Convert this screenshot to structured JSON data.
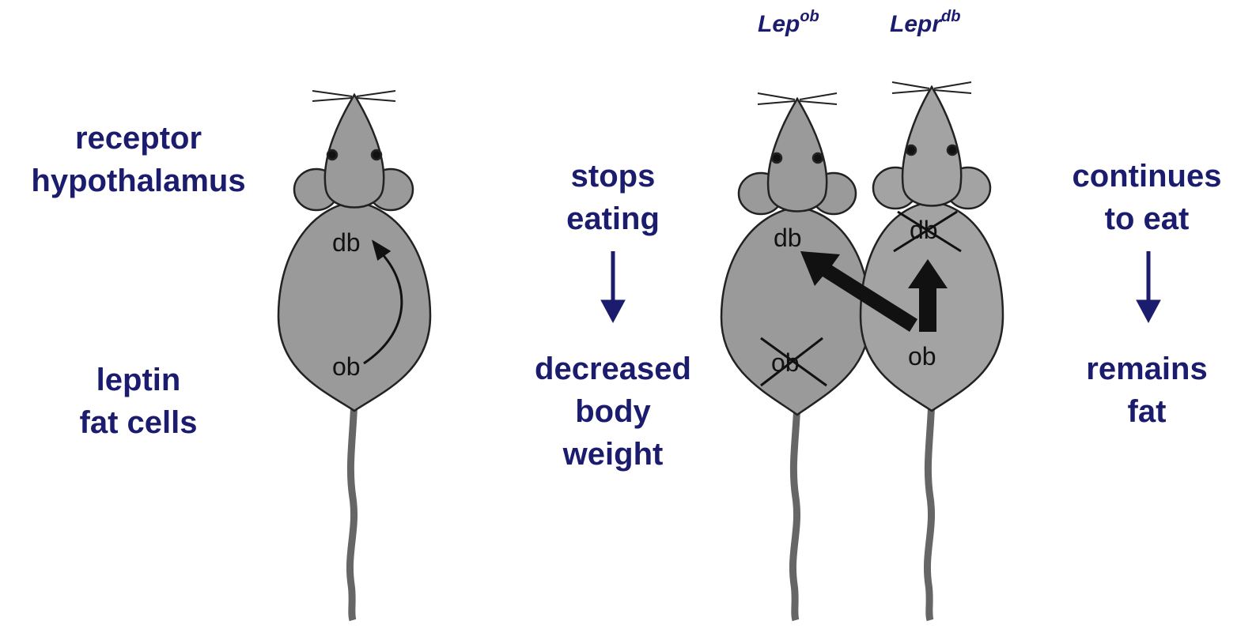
{
  "left_labels": {
    "receptor_line1": "receptor",
    "receptor_line2": "hypothalamus",
    "leptin_line1": "leptin",
    "leptin_line2": "fat cells"
  },
  "single_mouse": {
    "db_label": "db",
    "ob_label": "ob"
  },
  "middle_column": {
    "line1": "stops",
    "line2": "eating",
    "result_line1": "decreased",
    "result_line2": "body",
    "result_line3": "weight"
  },
  "genotypes": {
    "left": {
      "base": "Lep",
      "sup": "ob"
    },
    "right": {
      "base": "Lepr",
      "sup": "db"
    }
  },
  "paired_mice": {
    "left_db": "db",
    "left_ob": "ob",
    "right_db": "db",
    "right_ob": "ob"
  },
  "right_column": {
    "line1": "continues",
    "line2": "to eat",
    "result_line1": "remains",
    "result_line2": "fat"
  },
  "colors": {
    "text": "#1c1c6e",
    "mouse_fill": "#9a9a9a",
    "outline": "#222222"
  }
}
